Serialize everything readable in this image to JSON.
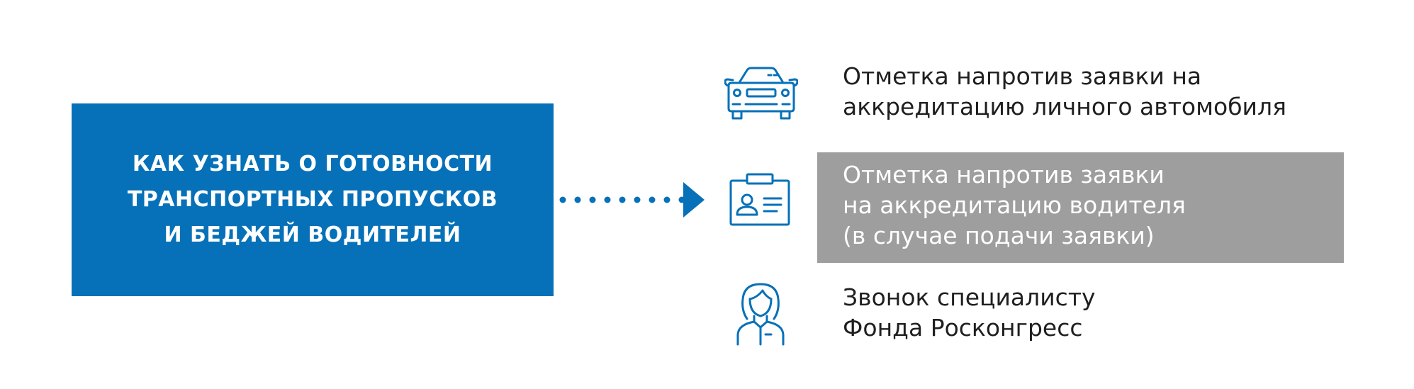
{
  "title": {
    "lines": [
      "КАК УЗНАТЬ О ГОТОВНОСТИ",
      "ТРАНСПОРТНЫХ ПРОПУСКОВ",
      "И БЕДЖЕЙ ВОДИТЕЛЕЙ"
    ]
  },
  "items": [
    {
      "icon": "car-icon",
      "lines": [
        "Отметка напротив заявки на",
        "аккредитацию личного автомобиля"
      ]
    },
    {
      "icon": "id-badge-icon",
      "highlighted": true,
      "lines": [
        "Отметка напротив заявки",
        "на аккредитацию водителя",
        "(в случае подачи заявки)"
      ]
    },
    {
      "icon": "specialist-icon",
      "lines": [
        "Звонок специалисту",
        "Фонда Росконгресс"
      ]
    }
  ],
  "colors": {
    "primary_blue": "#0671b8",
    "highlight_gray": "#9e9e9e",
    "text_dark": "#1f1f1f",
    "text_light": "#ffffff"
  }
}
